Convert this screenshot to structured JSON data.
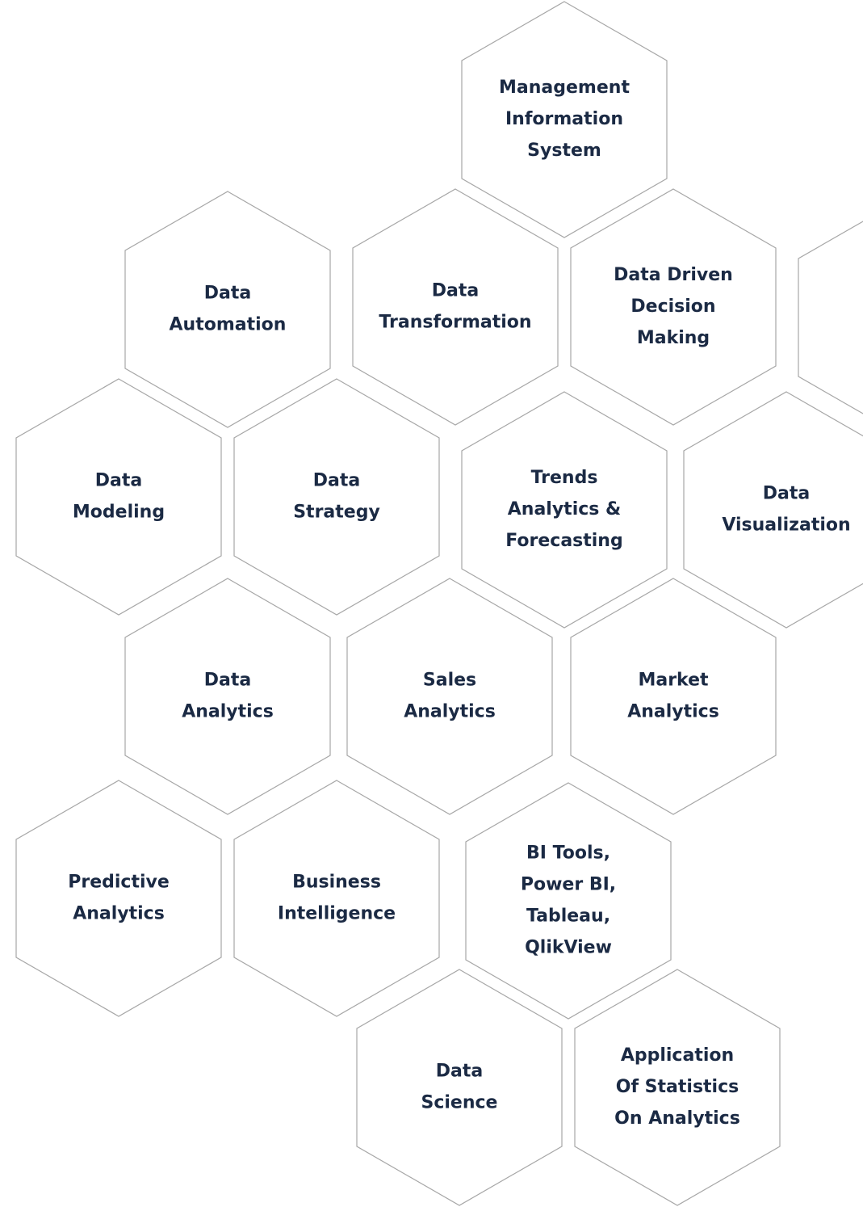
{
  "colors": {
    "background": "#ffffff",
    "hex_border": "#a7a7a7",
    "label_text": "#1b2a44"
  },
  "hexagons": [
    {
      "id": "management-information-system",
      "lines": [
        "Management",
        "Information",
        "System"
      ]
    },
    {
      "id": "data-automation",
      "lines": [
        "Data",
        "Automation"
      ]
    },
    {
      "id": "data-transformation",
      "lines": [
        "Data",
        "Transformation"
      ]
    },
    {
      "id": "data-driven-decision-making",
      "lines": [
        "Data Driven",
        "Decision",
        "Making"
      ]
    },
    {
      "id": "partial-right-top",
      "lines": []
    },
    {
      "id": "data-modeling",
      "lines": [
        "Data",
        "Modeling"
      ]
    },
    {
      "id": "data-strategy",
      "lines": [
        "Data",
        "Strategy"
      ]
    },
    {
      "id": "trends-analytics-forecasting",
      "lines": [
        "Trends",
        "Analytics &",
        "Forecasting"
      ]
    },
    {
      "id": "data-visualization",
      "lines": [
        "Data",
        "Visualization"
      ]
    },
    {
      "id": "data-analytics",
      "lines": [
        "Data",
        "Analytics"
      ]
    },
    {
      "id": "sales-analytics",
      "lines": [
        "Sales",
        "Analytics"
      ]
    },
    {
      "id": "market-analytics",
      "lines": [
        "Market",
        "Analytics"
      ]
    },
    {
      "id": "predictive-analytics",
      "lines": [
        "Predictive",
        "Analytics"
      ]
    },
    {
      "id": "business-intelligence",
      "lines": [
        "Business",
        "Intelligence"
      ]
    },
    {
      "id": "bi-tools",
      "lines": [
        "BI Tools,",
        "Power BI,",
        "Tableau,",
        "QlikView"
      ]
    },
    {
      "id": "data-science",
      "lines": [
        "Data",
        "Science"
      ]
    },
    {
      "id": "application-of-statistics",
      "lines": [
        "Application",
        "Of Statistics",
        "On Analytics"
      ]
    }
  ]
}
